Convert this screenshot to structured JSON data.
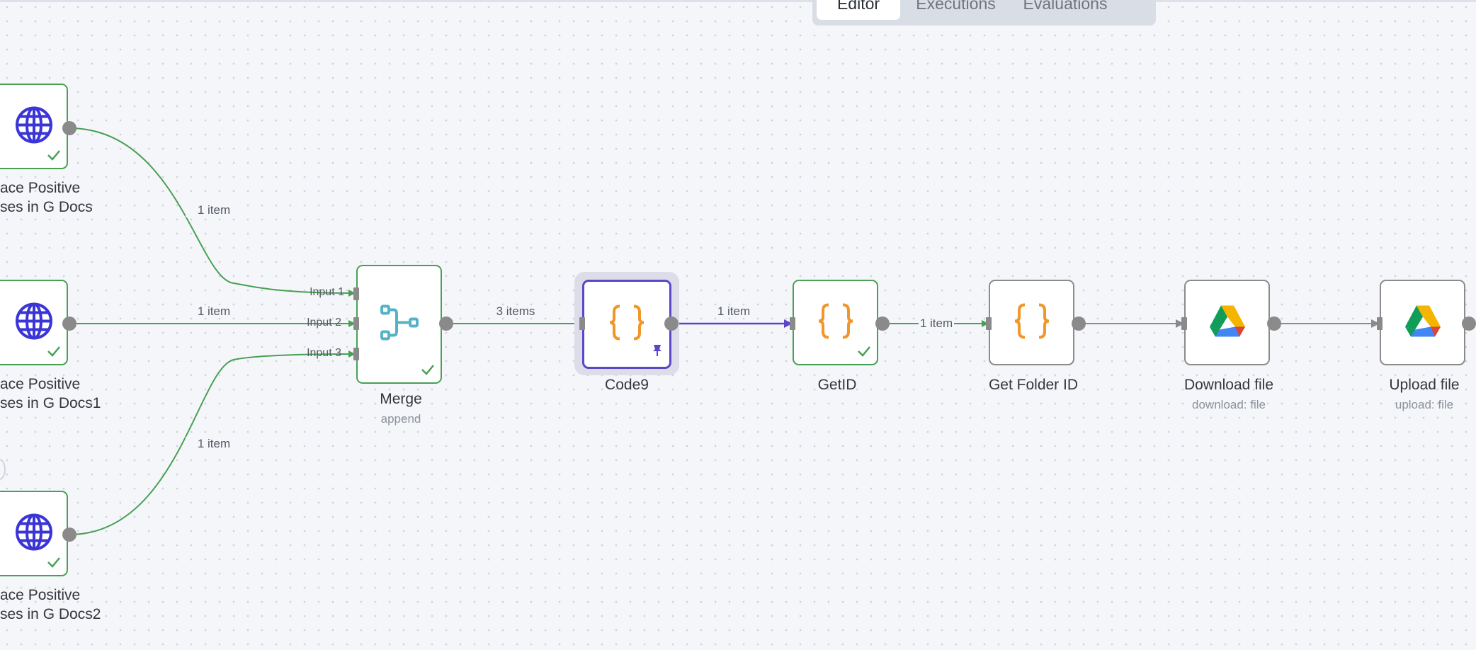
{
  "tabs": [
    {
      "label": "Editor",
      "active": true
    },
    {
      "label": "Executions",
      "active": false
    },
    {
      "label": "Evaluations",
      "active": false
    }
  ],
  "nodes": {
    "http1": {
      "label_line1": "ace Positive",
      "label_line2": "ses in G Docs",
      "icon": "globe-icon",
      "status": "success"
    },
    "http2": {
      "label_line1": "ace Positive",
      "label_line2": "ses in G Docs1",
      "icon": "globe-icon",
      "status": "success"
    },
    "http3": {
      "label_line1": "ace Positive",
      "label_line2": "ses in G Docs2",
      "icon": "globe-icon",
      "status": "success"
    },
    "merge": {
      "label": "Merge",
      "subtitle": "append",
      "icon": "merge-icon",
      "status": "success",
      "inputs": [
        "Input 1",
        "Input 2",
        "Input 3"
      ]
    },
    "code9": {
      "label": "Code9",
      "icon": "code-braces-icon",
      "pinned": true,
      "selected": true
    },
    "getid": {
      "label": "GetID",
      "icon": "code-braces-icon",
      "status": "success"
    },
    "getfolder": {
      "label": "Get Folder ID",
      "icon": "code-braces-icon"
    },
    "download": {
      "label": "Download file",
      "subtitle": "download: file",
      "icon": "google-drive-icon"
    },
    "upload": {
      "label": "Upload file",
      "subtitle": "upload: file",
      "icon": "google-drive-icon"
    }
  },
  "edges": {
    "http1_merge": "1 item",
    "http2_merge": "1 item",
    "http3_merge": "1 item",
    "merge_code9": "3 items",
    "code9_getid": "1 item",
    "getid_getfolder": "1 item"
  },
  "colors": {
    "success": "#48a054",
    "selected": "#5a46c8",
    "idle": "#8b8b8b",
    "code_icon": "#f0962b",
    "globe_icon": "#3b35d6",
    "merge_icon": "#55b3c6"
  }
}
